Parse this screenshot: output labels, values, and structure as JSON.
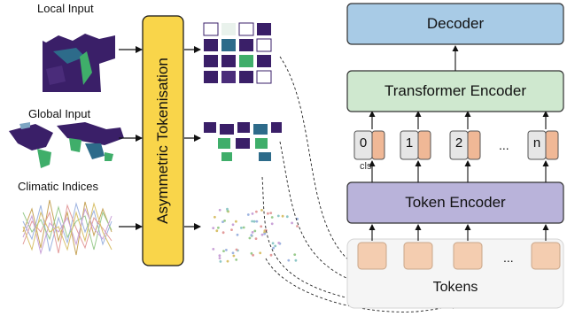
{
  "inputs": {
    "local": "Local Input",
    "global": "Global Input",
    "climatic": "Climatic Indices"
  },
  "tokeniser": "Asymmetric Tokenisation",
  "model": {
    "decoder": "Decoder",
    "transformer": "Transformer Encoder",
    "token_encoder": "Token Encoder",
    "tokens": "Tokens",
    "cls_label": "cls",
    "token_indices": [
      "0",
      "1",
      "2",
      "n"
    ],
    "ellipsis": "..."
  },
  "colors": {
    "decoder_fill": "#a8cbe6",
    "transformer_fill": "#cfe8cf",
    "token_encoder_fill": "#b9b3da",
    "tokeniser_fill": "#f9d54a",
    "token_fill": "#f4cdb0",
    "token_accent": "#f0b896",
    "map_sea": "#ffffff",
    "map_land_dark": "#3a1f68",
    "map_land_mid": "#2d6b8a",
    "map_land_light": "#3fae6a"
  }
}
